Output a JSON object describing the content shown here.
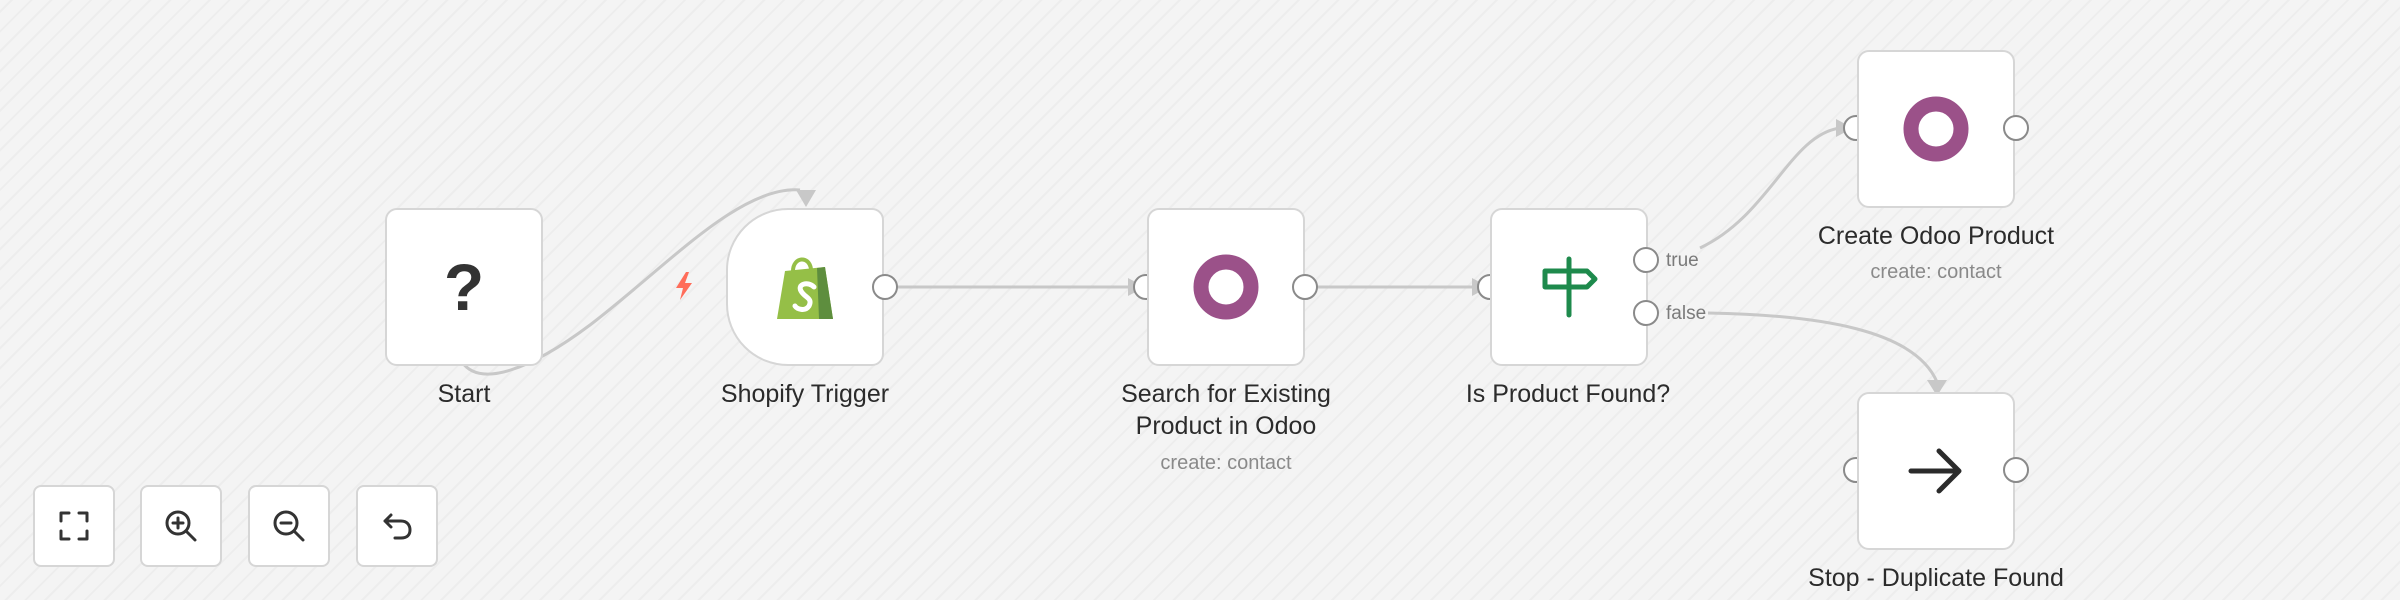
{
  "workflow": {
    "nodes": [
      {
        "id": "start",
        "label": "Start",
        "icon": "question-icon"
      },
      {
        "id": "shopify-trigger",
        "label": "Shopify Trigger",
        "icon": "shopify-icon"
      },
      {
        "id": "search-odoo",
        "label": "Search for Existing\nProduct in Odoo",
        "subtitle": "create: contact",
        "icon": "odoo-icon"
      },
      {
        "id": "is-found",
        "label": "Is Product Found?",
        "icon": "signpost-icon"
      },
      {
        "id": "create-odoo",
        "label": "Create Odoo Product",
        "subtitle": "create: contact",
        "icon": "odoo-icon"
      },
      {
        "id": "stop-duplicate",
        "label": "Stop - Duplicate Found",
        "icon": "arrow-right-icon"
      }
    ],
    "branches": {
      "true_label": "true",
      "false_label": "false"
    }
  },
  "controls": [
    {
      "name": "fit-view-button",
      "icon": "fullscreen-icon"
    },
    {
      "name": "zoom-in-button",
      "icon": "zoom-in-icon"
    },
    {
      "name": "zoom-out-button",
      "icon": "zoom-out-icon"
    },
    {
      "name": "reset-button",
      "icon": "undo-icon"
    }
  ],
  "colors": {
    "odoo": "#9b5189",
    "shopify": "#95bf47",
    "switch": "#1e8a4c",
    "trigger_bolt": "#ff6d5a",
    "edge": "#c8c8c8"
  }
}
